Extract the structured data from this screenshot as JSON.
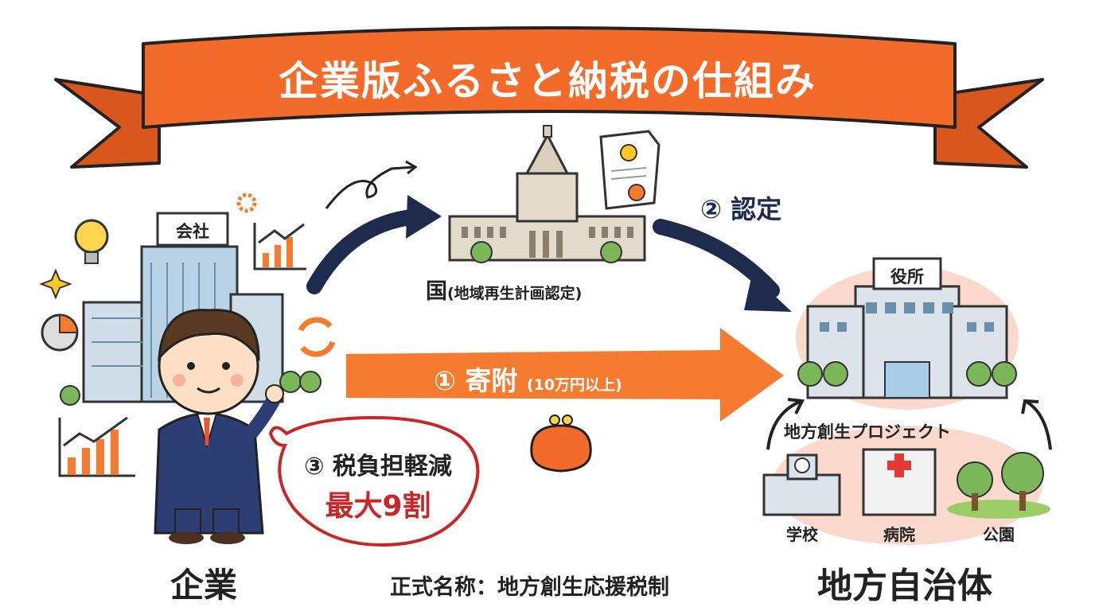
{
  "title": "企業版ふるさと納税の仕組み",
  "company_sign": "会社",
  "government": {
    "label": "国",
    "sublabel": "(地域再生計画認定)"
  },
  "step2": "② 認定",
  "step1": {
    "label": "① 寄附",
    "note": "(10万円以上)"
  },
  "step3": {
    "line1": "③ 税負担軽減",
    "line2": "最大9割"
  },
  "company_label": "企業",
  "official_name": "正式名称：地方創生応援税制",
  "city_office_sign": "役所",
  "project_label": "地方創生プロジェクト",
  "facilities": [
    "学校",
    "病院",
    "公園"
  ],
  "municipality_label": "地方自治体",
  "colors": {
    "ribbon": "#f26b2a",
    "accent_orange": "#f47b30",
    "navy": "#1f2b4d",
    "red_text": "#c62828"
  }
}
